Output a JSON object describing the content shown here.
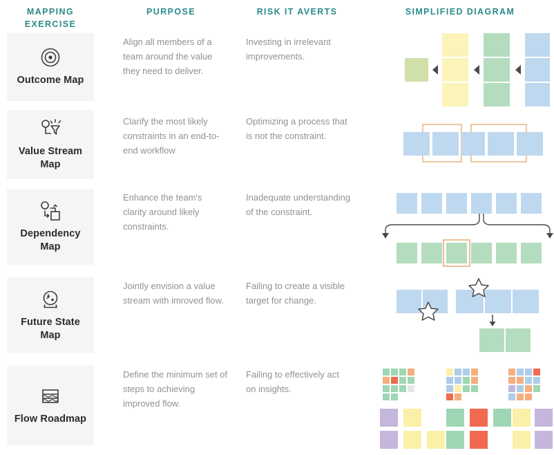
{
  "table": {
    "columns": [
      {
        "id": "mapping-exercise",
        "label": "MAPPING EXERCISE"
      },
      {
        "id": "purpose",
        "label": "PURPOSE"
      },
      {
        "id": "risk",
        "label": "RISK IT AVERTS"
      },
      {
        "id": "diagram",
        "label": "SIMPLIFIED DIAGRAM"
      }
    ],
    "header_color": "#2b8a8a",
    "tile_background": "#f4f5f6",
    "body_text_color": "#8e9196"
  },
  "palette": {
    "blue": "#bed8ef",
    "green": "#b3ddbe",
    "yellow": "#fbf3b9",
    "olive": "#cfe0a8",
    "orange_outline": "#e9b887",
    "arrow_gray": "#4a4a4a",
    "star_outline": "#4a4a4a",
    "tile_gray": "#f4f5f6",
    "swatch_green": "#9fd6b4",
    "swatch_orange": "#f5ae7d",
    "swatch_red": "#ef6a51",
    "swatch_blue": "#afcdea",
    "swatch_yellow": "#fbf0a8",
    "swatch_purple": "#c5b6dd",
    "swatch_pale": "#e6e8e6"
  },
  "rows": [
    {
      "id": "outcome-map",
      "icon": "target-icon",
      "label": "Outcome Map",
      "purpose": "Align all members of a team around the value they need to deliver.",
      "risk": "Investing in irrelevant improvements.",
      "diagram": "outcome-map-diagram"
    },
    {
      "id": "value-stream-map",
      "icon": "person-funnel-icon",
      "label": "Value Stream Map",
      "purpose": "Clarify the most likely constraints in an end-to-end workflow",
      "risk": "Optimizing a process that is not the constraint.",
      "diagram": "value-stream-map-diagram"
    },
    {
      "id": "dependency-map",
      "icon": "nodes-link-icon",
      "label": "Dependency Map",
      "purpose": "Enhance the team's clarity around likely constraints.",
      "risk": "Inadequate understanding of the constraint.",
      "diagram": "dependency-map-diagram"
    },
    {
      "id": "future-state-map",
      "icon": "crystal-ball-icon",
      "label": "Future State Map",
      "purpose": "Jointly envision a value stream with imroved flow.",
      "risk": "Failing to create a visible target for change.",
      "diagram": "future-state-map-diagram"
    },
    {
      "id": "flow-roadmap",
      "icon": "flow-waves-icon",
      "label": "Flow Roadmap",
      "purpose": "Define the minimum set of steps to achieving improved flow.",
      "risk": "Failing to effectively act on insights.",
      "diagram": "flow-roadmap-diagram"
    }
  ],
  "diagrams": {
    "outcome-map": {
      "type": "flow-columns",
      "description": "One olive square feeding left-pointing arrows through three stacked columns",
      "columns": [
        {
          "color": "olive",
          "count": 1
        },
        {
          "color": "yellow",
          "count": 3
        },
        {
          "color": "green",
          "count": 3
        },
        {
          "color": "blue",
          "count": 3
        }
      ],
      "arrows": 3,
      "arrow_direction": "left"
    },
    "value-stream-map": {
      "type": "row-with-brackets",
      "squares": 5,
      "square_color": "blue",
      "brackets": [
        {
          "spans": [
            1,
            2
          ]
        },
        {
          "spans": [
            3,
            4,
            5
          ]
        }
      ],
      "bracket_color": "orange_outline"
    },
    "dependency-map": {
      "type": "two-rows-branching",
      "top_squares": 6,
      "top_color": "blue",
      "bottom_squares": 6,
      "bottom_color": "green",
      "highlighted_bottom_index": 3,
      "highlight_color": "orange_outline",
      "branch_arrows": 2
    },
    "future-state-map": {
      "type": "row-with-stars",
      "squares": 5,
      "square_color": "blue",
      "stars": 2,
      "down_arrows": 1,
      "lower_squares": 2,
      "lower_color": "green"
    },
    "flow-roadmap": {
      "type": "sticky-note-clusters",
      "clusters": [
        {
          "name": "cluster-left",
          "grid": [
            [
              "swatch_green",
              "swatch_green",
              "swatch_green",
              "swatch_orange"
            ],
            [
              "swatch_orange",
              "swatch_red",
              "swatch_green",
              "swatch_green"
            ],
            [
              "swatch_green",
              "swatch_green",
              "swatch_green",
              "swatch_pale"
            ],
            [
              "swatch_green",
              "swatch_green",
              null,
              null
            ]
          ]
        },
        {
          "name": "cluster-middle",
          "grid": [
            [
              "swatch_yellow",
              "swatch_blue",
              "swatch_blue",
              "swatch_orange"
            ],
            [
              "swatch_blue",
              "swatch_blue",
              "swatch_green",
              "swatch_orange"
            ],
            [
              "swatch_blue",
              "swatch_yellow",
              "swatch_green",
              "swatch_green"
            ],
            [
              "swatch_red",
              "swatch_orange",
              null,
              null
            ]
          ]
        },
        {
          "name": "cluster-right",
          "grid": [
            [
              "swatch_orange",
              "swatch_blue",
              "swatch_blue",
              "swatch_red"
            ],
            [
              "swatch_orange",
              "swatch_orange",
              "swatch_blue",
              "swatch_blue"
            ],
            [
              "swatch_purple",
              "swatch_blue",
              "swatch_orange",
              "swatch_green"
            ],
            [
              "swatch_blue",
              "swatch_orange",
              "swatch_orange",
              null
            ]
          ]
        }
      ],
      "row_two": [
        [
          "swatch_purple",
          "swatch_yellow",
          null
        ],
        [
          "swatch_green",
          "swatch_red",
          "swatch_green"
        ],
        [
          "swatch_yellow",
          "swatch_purple",
          null
        ]
      ],
      "row_three": [
        [
          "swatch_purple",
          "swatch_yellow",
          "swatch_yellow"
        ],
        [
          "swatch_green",
          "swatch_red",
          null
        ],
        [
          "swatch_yellow",
          "swatch_purple",
          null
        ]
      ]
    }
  }
}
